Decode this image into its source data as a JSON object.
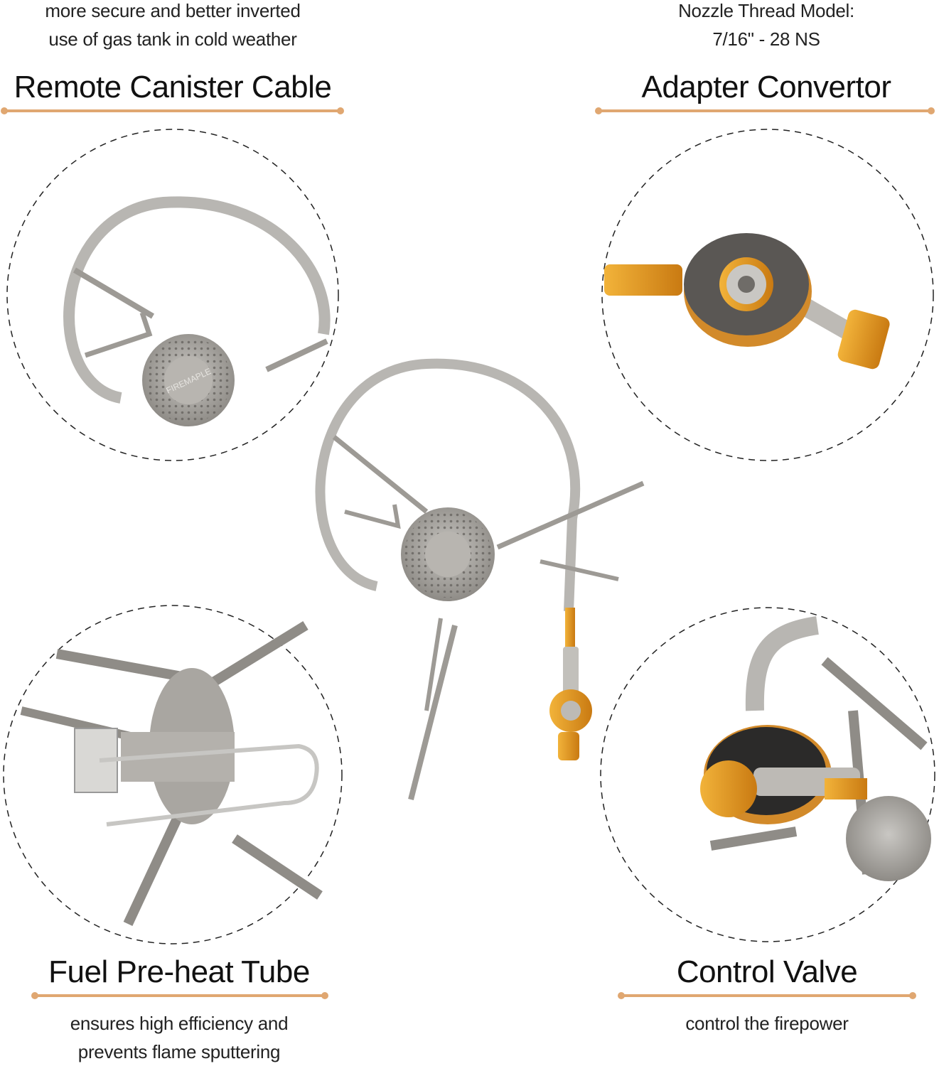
{
  "accent_color": "#e0a771",
  "features": [
    {
      "title": "Remote Canister Cable",
      "caption_lines": [
        "more secure and better inverted",
        "use of  gas tank in cold weather"
      ]
    },
    {
      "title": "Adapter Convertor",
      "caption_lines": [
        "Nozzle Thread Model:",
        "7/16\" - 28 NS"
      ]
    },
    {
      "title": "Fuel Pre-heat Tube",
      "caption_lines": [
        "ensures high efficiency and",
        "prevents flame sputtering"
      ]
    },
    {
      "title": "Control Valve",
      "caption_lines": [
        "control the firepower"
      ]
    }
  ],
  "product_logo": "FIREMAPLE"
}
